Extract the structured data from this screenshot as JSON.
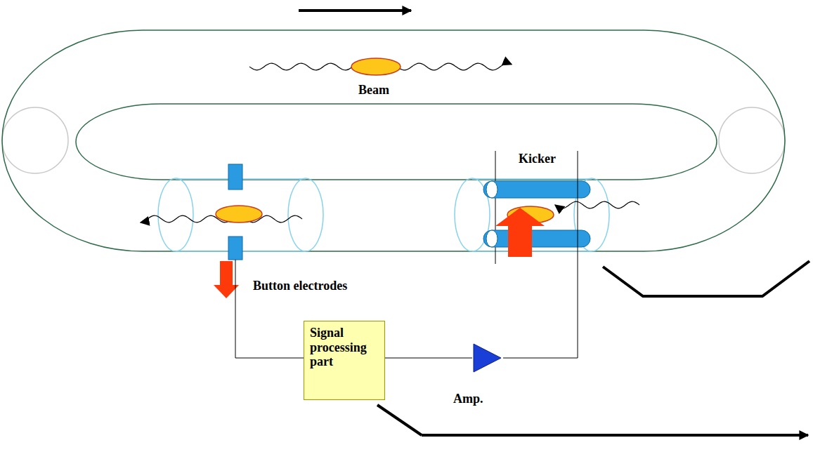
{
  "diagram": {
    "nodes": [
      {
        "text": [
          "Signal processing part"
        ]
      },
      {
        "text": [
          "Amp."
        ]
      }
    ],
    "edges": [
      {
        "from": 0,
        "to": 1,
        "arrow": "none"
      }
    ],
    "labels": [
      "Beam",
      "Kicker",
      "Button electrodes"
    ]
  }
}
